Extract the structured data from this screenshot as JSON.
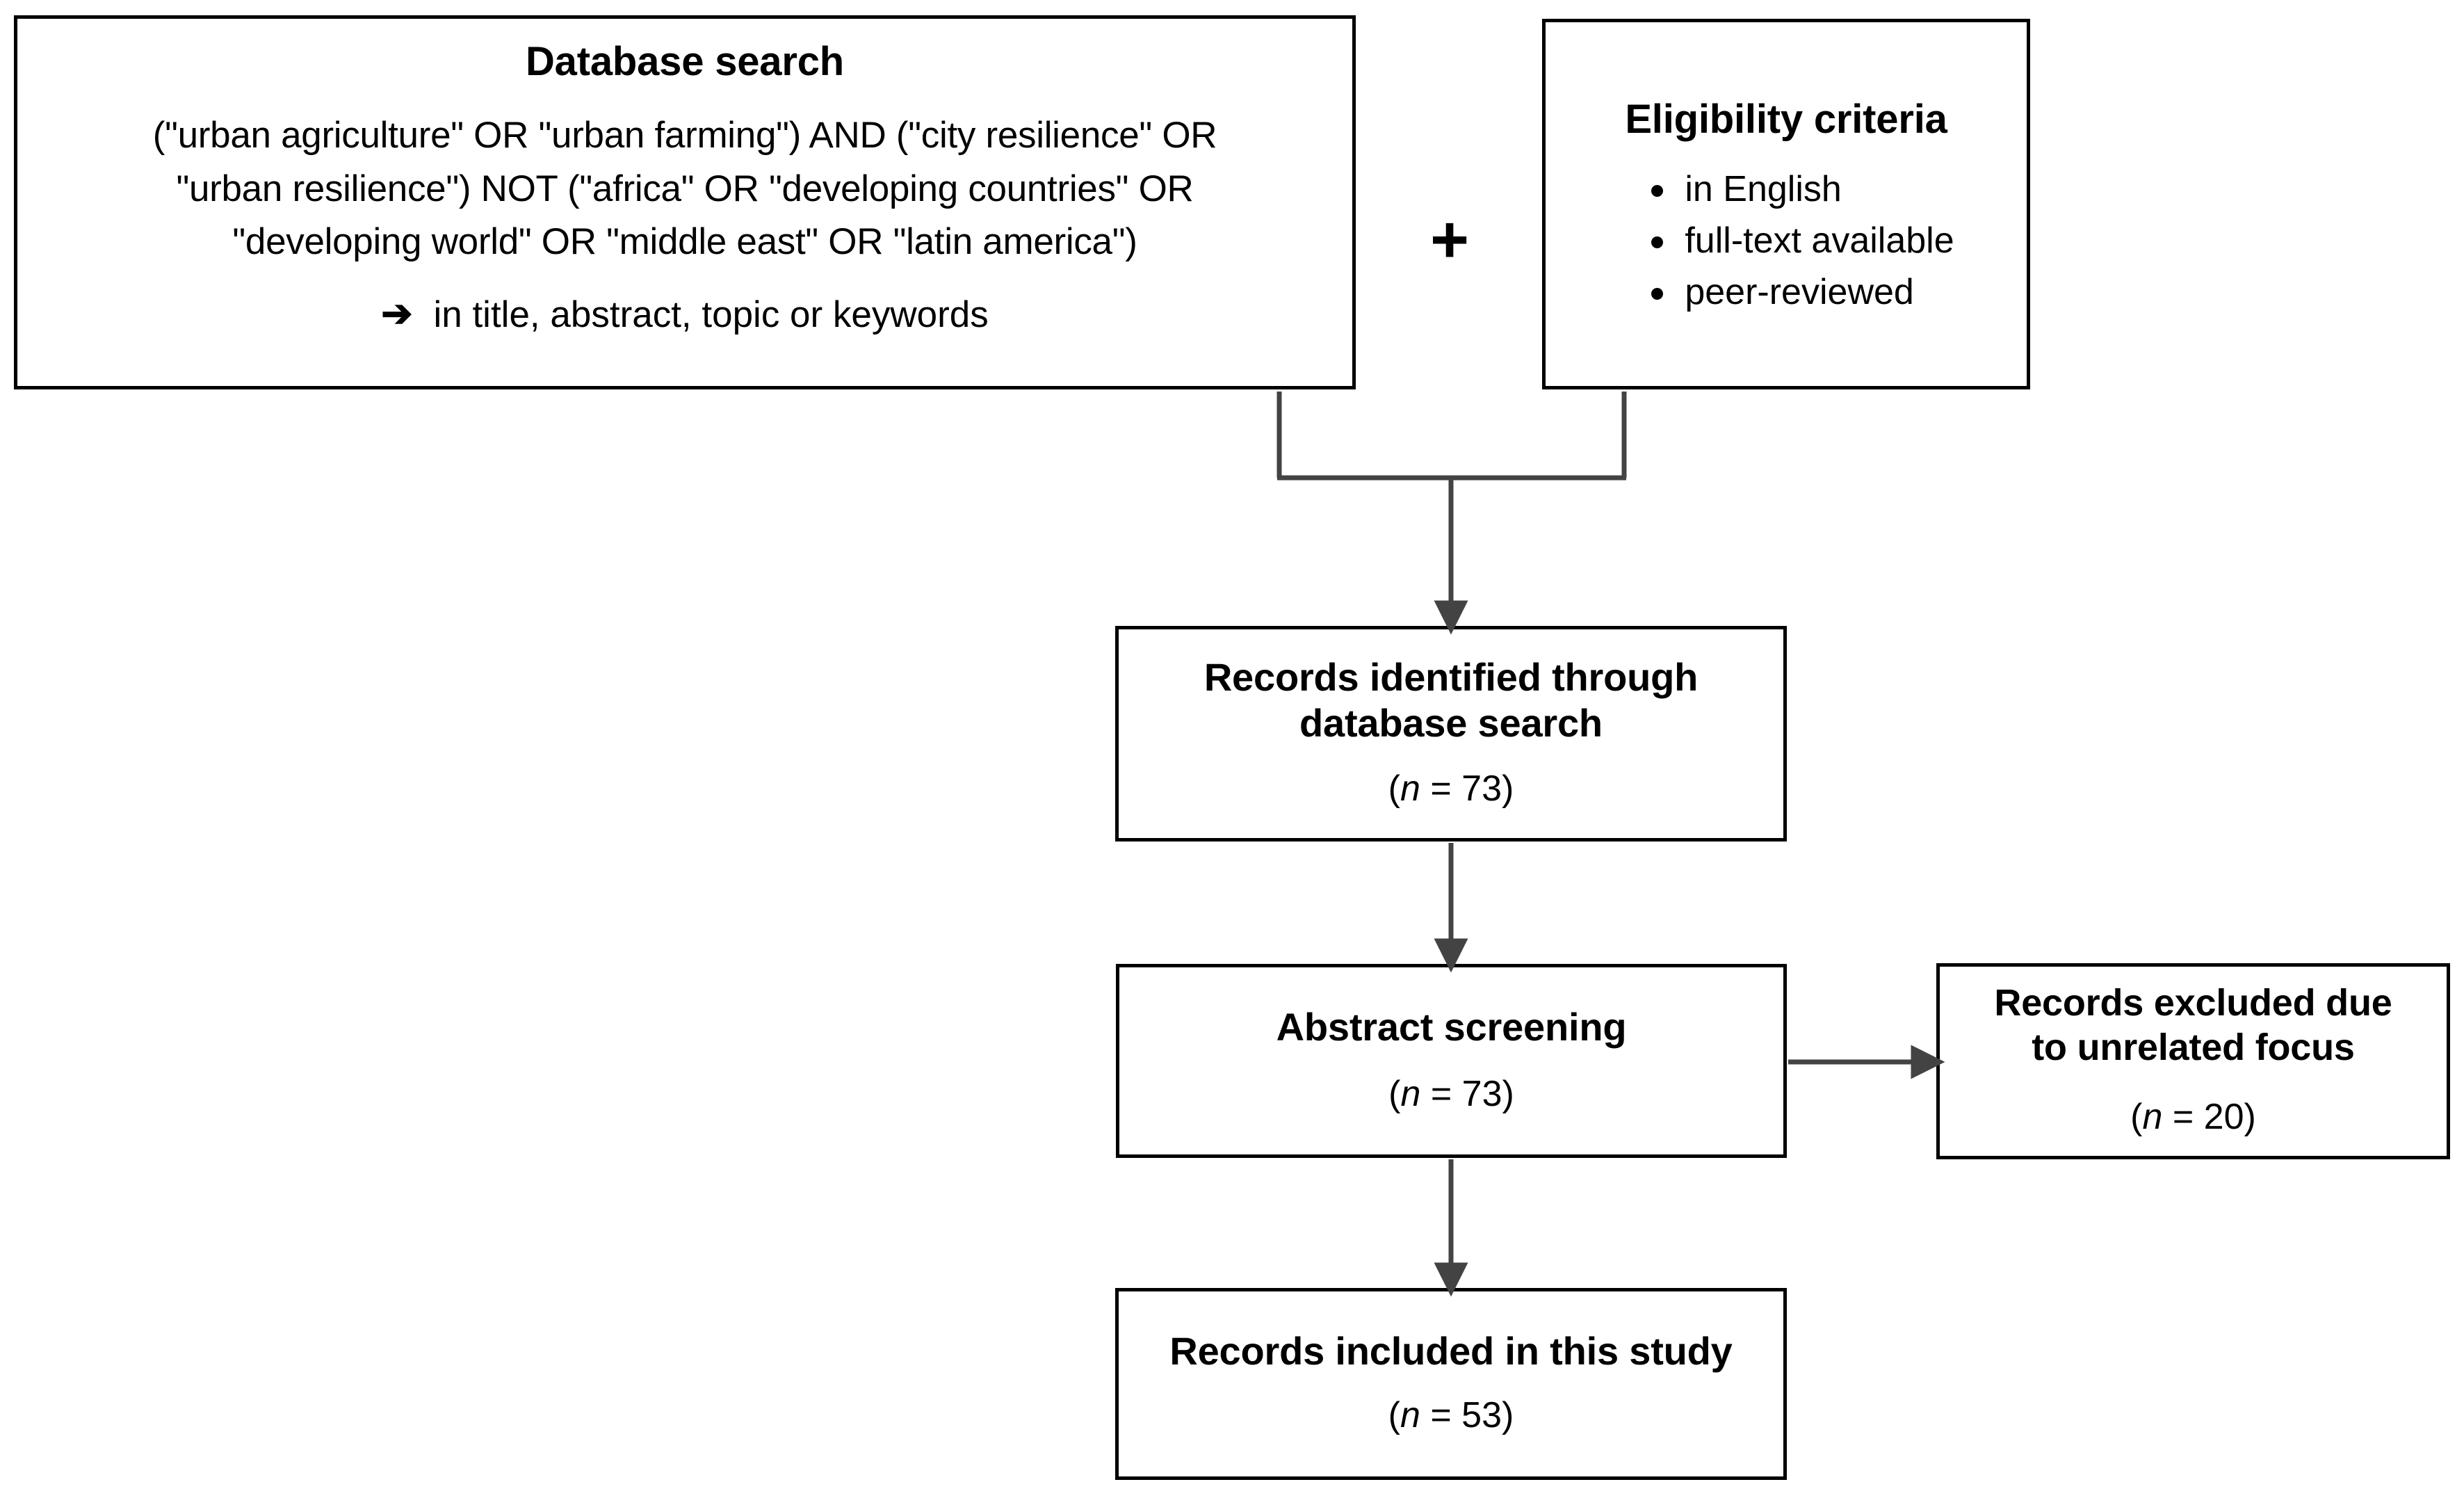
{
  "diagram": {
    "type": "prisma-flow-diagram",
    "colors": {
      "box_border": "#000000",
      "background": "#ffffff",
      "text": "#000000",
      "connector": "#434343"
    },
    "operator": {
      "plus": "+"
    }
  },
  "database_search": {
    "title": "Database search",
    "query_line_1": "(\"urban agriculture\" OR \"urban farming\") AND (\"city resilience\" OR",
    "query_line_2": "\"urban resilience\") NOT (\"africa\" OR \"developing countries\" OR",
    "query_line_3": "\"developing world\" OR \"middle east\" OR \"latin america\")",
    "scope_arrow": "➔",
    "scope_text": "in title, abstract, topic or keywords"
  },
  "eligibility": {
    "title": "Eligibility criteria",
    "criteria": [
      "in English",
      "full-text available",
      "peer-reviewed"
    ]
  },
  "records_identified": {
    "title_line_1": "Records identified through",
    "title_line_2": "database search",
    "n_open": "(",
    "n_symbol": "n",
    "n_equals": " = ",
    "n_value": "73",
    "n_close": ")"
  },
  "abstract_screening": {
    "title": "Abstract screening",
    "n_open": "(",
    "n_symbol": "n",
    "n_equals": " = ",
    "n_value": "73",
    "n_close": ")"
  },
  "records_excluded": {
    "title_line_1": "Records excluded due",
    "title_line_2": "to unrelated focus",
    "n_open": "(",
    "n_symbol": "n",
    "n_equals": " = ",
    "n_value": "20",
    "n_close": ")"
  },
  "records_included": {
    "title": "Records included in this study",
    "n_open": "(",
    "n_symbol": "n",
    "n_equals": " = ",
    "n_value": "53",
    "n_close": ")"
  },
  "chart_data": {
    "type": "table",
    "title": "Literature screening flow",
    "categories": [
      "Records identified through database search",
      "Abstract screening",
      "Records excluded due to unrelated focus",
      "Records included in this study"
    ],
    "values": [
      73,
      73,
      20,
      53
    ]
  }
}
